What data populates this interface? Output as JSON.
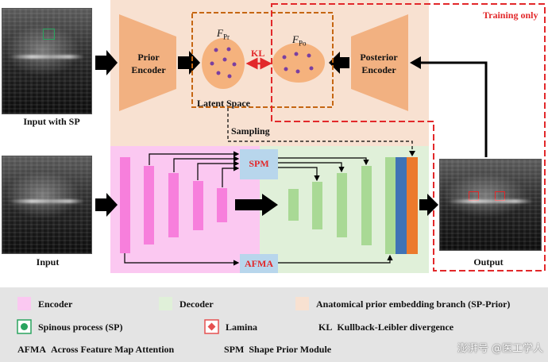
{
  "labels": {
    "training_only": "Training only",
    "prior_encoder": "Prior\nEncoder",
    "posterior_encoder": "Posterior\nEncoder",
    "f_pr_base": "F",
    "f_pr_sub": "Pr",
    "f_po_base": "F",
    "f_po_sub": "Po",
    "kl": "KL",
    "latent_space": "Latent Space",
    "sampling": "Sampling",
    "spm": "SPM",
    "afma": "AFMA",
    "input_with_sp": "Input with SP",
    "input": "Input",
    "output": "Output"
  },
  "legend": {
    "encoder": "Encoder",
    "decoder": "Decoder",
    "prior_branch": "Anatomical prior embedding branch (SP-Prior)",
    "spinous_process": "Spinous process (SP)",
    "lamina": "Lamina",
    "kl_abbr": "KL",
    "kl_desc": "Kullback-Leibler divergence",
    "afma_abbr": "AFMA",
    "afma_desc": "Across Feature Map Attention",
    "spm_abbr": "SPM",
    "spm_desc": "Shape Prior Module"
  },
  "watermark": "澎湃号 @医工学人",
  "colors": {
    "prior_bg": "#f8e1d1",
    "encoder_bg": "#fbc8f1",
    "decoder_bg": "#e0f0d9",
    "encoder_bar": "#f77fdc",
    "decoder_bar": "#a9d995",
    "funnel": "#f2b181",
    "latent": "#f5b27d",
    "dot": "#7a3fa0",
    "spm_box": "#b8d6ec",
    "orange_dash": "#c56612",
    "red_dash": "#e2282a",
    "blue_bar": "#3f73b5",
    "orange_bar": "#ec7a2c",
    "legend_bg": "#e4e4e4",
    "sp_green": "#2aa45f",
    "lamina_red": "#e55050"
  }
}
